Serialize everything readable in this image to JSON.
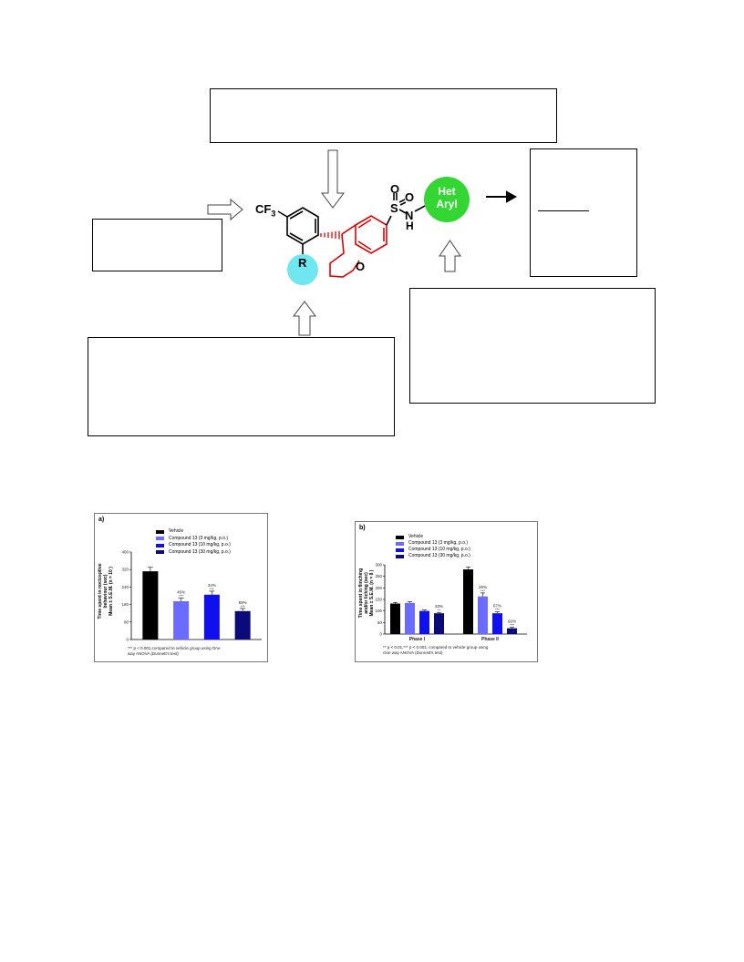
{
  "structure": {
    "cf3_label": "CF",
    "cf3_sub": "3",
    "r_label": "R",
    "o_label": "O",
    "s_label": "S",
    "so_top": "O",
    "so_right": "O",
    "nh_n": "N",
    "nh_h": "H",
    "het_line1": "Het",
    "het_line2": "Aryl"
  },
  "panel_a": {
    "label": "a)",
    "legend": [
      "Vehicle",
      "Compound 13 (3 mg/kg, p.o.)",
      "Compound 13 (10 mg/kg, p.o.)",
      "Compound 13 (30 mg/kg, p.o.)"
    ],
    "ylabel_1": "Time spent in nociceptive",
    "ylabel_2": "behaviour (sec)",
    "ylabel_3": "Mean ± S.E.M. (n = 10 )",
    "note_1": "*** p < 0.001,compared to vehicle group using One",
    "note_2": "way ANOVA (Dunnett's test)"
  },
  "panel_b": {
    "label": "b)",
    "legend": [
      "Vehicle",
      "Compound 13 (3 mg/kg, p.o.)",
      "Compound 13 (10 mg/kg, p.o.)",
      "Compound 13 (30 mg/kg, p.o.)"
    ],
    "ylabel_1": "Time spent in flinching",
    "ylabel_2": "and/or licking (sec)",
    "ylabel_3": "Mean ± S.E.M. (n = 8 )",
    "note_1": "** p < 0.01,*** p < 0.001, compared to vehicle group using",
    "note_2": "One way ANOVA (Dunnett's test)"
  },
  "colors": {
    "vehicle": "#000000",
    "dose3": "#6b6bff",
    "dose10": "#1010ee",
    "dose30": "#0a0a7a",
    "ring_red": "#e00000",
    "het_green": "#33d633",
    "r_cyan": "#6fe6f0"
  },
  "chart_data": [
    {
      "type": "bar",
      "title": "",
      "categories": [
        "Vehicle",
        "Compound 13 (3 mg/kg, p.o.)",
        "Compound 13 (10 mg/kg, p.o.)",
        "Compound 13 (30 mg/kg, p.o.)"
      ],
      "values": [
        312,
        175,
        205,
        130
      ],
      "errors": [
        18,
        14,
        16,
        12
      ],
      "annotations": [
        "",
        "45%",
        "34%",
        "59%"
      ],
      "significance": [
        "",
        "***",
        "***",
        "***"
      ],
      "ylabel": "Time spent in nociceptive behaviour (sec) Mean ± S.E.M. (n = 10 )",
      "yticks": [
        0,
        80,
        160,
        240,
        320,
        400
      ],
      "ylim": [
        0,
        400
      ]
    },
    {
      "type": "bar",
      "title": "",
      "categories": [
        "Phase I",
        "Phase II"
      ],
      "series": [
        {
          "name": "Vehicle",
          "values": [
            132,
            280
          ],
          "errors": [
            5,
            10
          ]
        },
        {
          "name": "Compound 13 (3 mg/kg, p.o.)",
          "values": [
            135,
            163
          ],
          "errors": [
            6,
            15
          ]
        },
        {
          "name": "Compound 13 (10 mg/kg, p.o.)",
          "values": [
            100,
            90
          ],
          "errors": [
            4,
            6
          ]
        },
        {
          "name": "Compound 13 (30 mg/kg, p.o.)",
          "values": [
            90,
            25
          ],
          "errors": [
            4,
            4
          ]
        }
      ],
      "annotations": [
        [
          "",
          "",
          "",
          "33%"
        ],
        [
          "",
          "26%",
          "67%",
          "92%"
        ]
      ],
      "significance": [
        [
          "",
          "",
          "",
          "**"
        ],
        [
          "",
          "***",
          "***",
          "***"
        ]
      ],
      "ylabel": "Time spent in flinching and/or licking (sec) Mean ± S.E.M. (n = 8 )",
      "yticks": [
        0,
        50,
        100,
        150,
        200,
        250,
        300
      ],
      "ylim": [
        0,
        300
      ]
    }
  ]
}
